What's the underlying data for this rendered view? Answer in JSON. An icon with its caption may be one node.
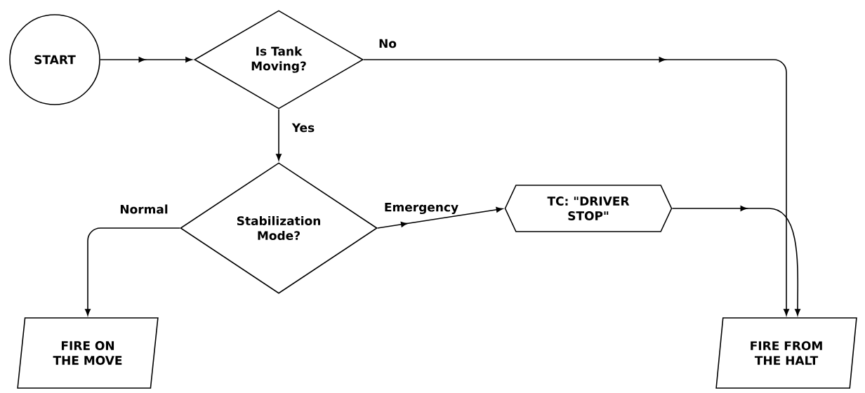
{
  "diagram": {
    "nodes": [
      {
        "text": [
          "START"
        ]
      },
      {
        "text": [
          "Is Tank Moving?"
        ]
      },
      {
        "text": [
          "Stabilization Mode?"
        ]
      },
      {
        "text": [
          "TC: \"DRIVER STOP\""
        ]
      },
      {
        "text": [
          "FIRE ON THE MOVE"
        ]
      },
      {
        "text": [
          "FIRE FROM THE HALT"
        ]
      }
    ],
    "edges": [
      {
        "from": 0,
        "to": 1,
        "arrow": "to"
      },
      {
        "from": 1,
        "to": 5,
        "arrow": "to",
        "label": "No"
      },
      {
        "from": 1,
        "to": 2,
        "arrow": "to",
        "label": "Yes"
      },
      {
        "from": 2,
        "to": 4,
        "arrow": "to",
        "label": "Normal"
      },
      {
        "from": 2,
        "to": 3,
        "arrow": "to",
        "label": "Emergency"
      },
      {
        "from": 3,
        "to": 5,
        "arrow": "to"
      }
    ]
  }
}
